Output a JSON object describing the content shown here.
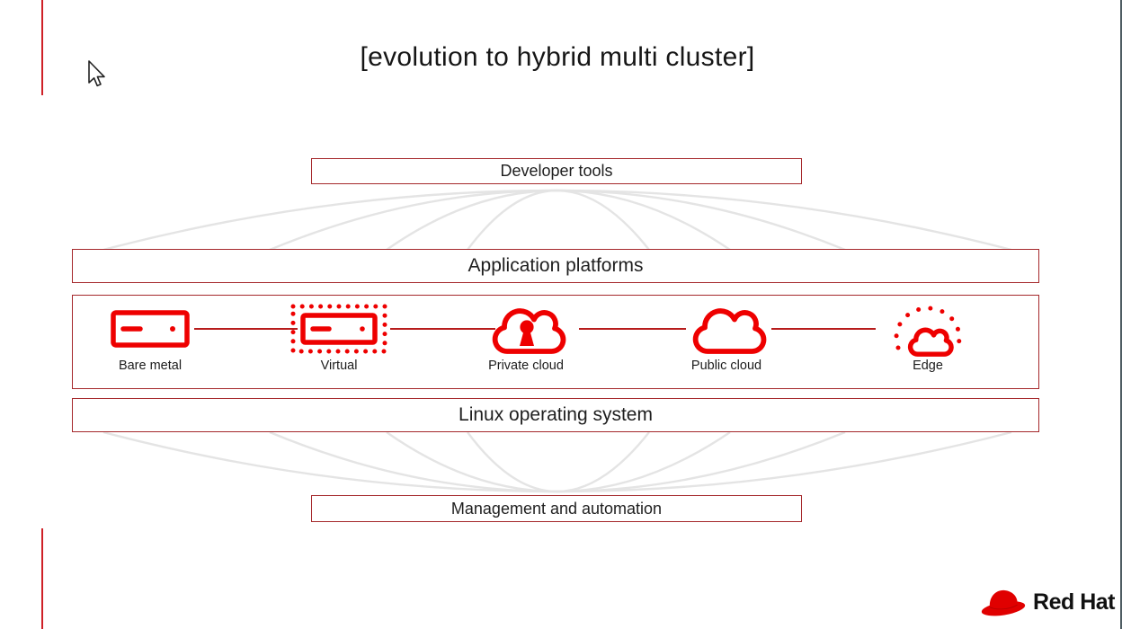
{
  "slide": {
    "title": "[evolution to hybrid multi cluster]"
  },
  "layers": {
    "developer_tools": "Developer tools",
    "application_platforms": "Application platforms",
    "linux_os": "Linux operating system",
    "management": "Management and automation"
  },
  "infrastructure": {
    "items": [
      {
        "label": "Bare metal",
        "icon": "bare-metal-server-icon"
      },
      {
        "label": "Virtual",
        "icon": "virtual-server-icon"
      },
      {
        "label": "Private cloud",
        "icon": "private-cloud-lock-icon"
      },
      {
        "label": "Public cloud",
        "icon": "public-cloud-icon"
      },
      {
        "label": "Edge",
        "icon": "edge-cloud-icon"
      }
    ]
  },
  "logo": {
    "brand": "Red Hat"
  },
  "colors": {
    "icon_red": "#ee0000",
    "box_border_red": "#a5282b",
    "rule_red": "#cf2027",
    "connector_line_red": "#b71c1c",
    "arc_gray": "#e4e4e4",
    "text_dark": "#1c1c1c"
  }
}
